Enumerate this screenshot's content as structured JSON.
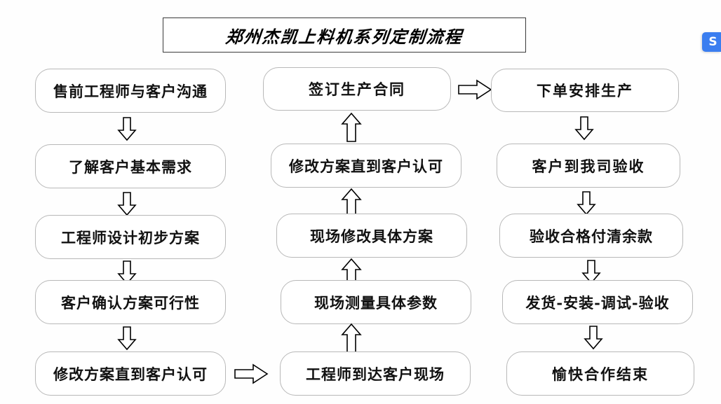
{
  "title": {
    "text": "郑州杰凯上料机系列定制流程"
  },
  "badge": {
    "name": "brand-logo-badge",
    "glyph": "S",
    "color": "#3b7ef0"
  },
  "colors": {
    "background": "#ffffff",
    "node_border": "#b8b8b8",
    "node_fill": "#ffffff",
    "title_border": "#3a3a3a",
    "text": "#111111",
    "arrow_stroke": "#000000"
  },
  "columns": [
    {
      "id": "column-left",
      "nodes": [
        {
          "id": "node-l1",
          "label": "售前工程师与客户沟通"
        },
        {
          "id": "node-l2",
          "label": "了解客户基本需求"
        },
        {
          "id": "node-l3",
          "label": "工程师设计初步方案"
        },
        {
          "id": "node-l4",
          "label": "客户确认方案可行性"
        },
        {
          "id": "node-l5",
          "label": "修改方案直到客户认可"
        }
      ]
    },
    {
      "id": "column-middle",
      "nodes": [
        {
          "id": "node-m1",
          "label": "签订生产合同"
        },
        {
          "id": "node-m2",
          "label": "修改方案直到客户认可"
        },
        {
          "id": "node-m3",
          "label": "现场修改具体方案"
        },
        {
          "id": "node-m4",
          "label": "现场测量具体参数"
        },
        {
          "id": "node-m5",
          "label": "工程师到达客户现场"
        }
      ]
    },
    {
      "id": "column-right",
      "nodes": [
        {
          "id": "node-r1",
          "label": "下单安排生产"
        },
        {
          "id": "node-r2",
          "label": "客户到我司验收"
        },
        {
          "id": "node-r3",
          "label": "验收合格付清余款"
        },
        {
          "id": "node-r4",
          "label": "发货-安装-调试-验收"
        },
        {
          "id": "node-r5",
          "label": "愉快合作结束"
        }
      ]
    }
  ],
  "connectors": [
    {
      "id": "arrow-l1-l2",
      "direction": "down"
    },
    {
      "id": "arrow-l2-l3",
      "direction": "down"
    },
    {
      "id": "arrow-l3-l4",
      "direction": "down"
    },
    {
      "id": "arrow-l4-l5",
      "direction": "down"
    },
    {
      "id": "arrow-l5-m5",
      "direction": "right"
    },
    {
      "id": "arrow-m5-m4",
      "direction": "up"
    },
    {
      "id": "arrow-m4-m3",
      "direction": "up"
    },
    {
      "id": "arrow-m3-m2",
      "direction": "up"
    },
    {
      "id": "arrow-m2-m1",
      "direction": "up"
    },
    {
      "id": "arrow-m1-r1",
      "direction": "right"
    },
    {
      "id": "arrow-r1-r2",
      "direction": "down"
    },
    {
      "id": "arrow-r2-r3",
      "direction": "down"
    },
    {
      "id": "arrow-r3-r4",
      "direction": "down"
    },
    {
      "id": "arrow-r4-r5",
      "direction": "down"
    }
  ]
}
